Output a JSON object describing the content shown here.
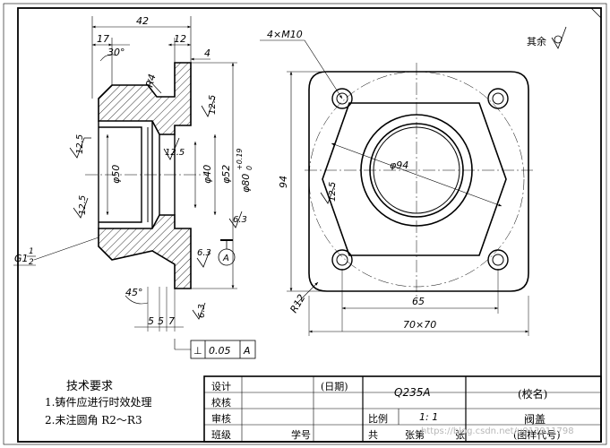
{
  "front_view": {
    "dims": {
      "overall_length": "42",
      "flange_offset": "17",
      "flange_thickness": "12",
      "boss_width": "4",
      "chamfer_angle": "30°",
      "fillet": "R4",
      "small_steps": [
        "5",
        "5",
        "7"
      ],
      "bevel_angle": "45°",
      "bore_dia": "φ50",
      "dia_40": "φ40",
      "dia_52": "φ52",
      "dia_80": "φ80",
      "dia_80_tol_upper": "+0.19",
      "dia_80_tol_lower": "0",
      "thread": "G1",
      "thread_frac_num": "1",
      "thread_frac_den": "2"
    },
    "roughness": {
      "left_top": "12.5",
      "left_bottom": "12.5",
      "bore": "12.5",
      "boss_right": "12.5",
      "face_a": "6.3",
      "face_b": "6.3",
      "bottom": "6.3"
    },
    "datum_label": "A",
    "tolerance_frame": {
      "symbol": "⊥",
      "value": "0.05",
      "datum": "A"
    }
  },
  "side_view": {
    "thread_note": "4×M10",
    "bolt_circle": "φ94",
    "height": "94",
    "bolt_spacing": "65",
    "outline": "70×70",
    "corner_radius": "R12",
    "roughness": "12.5",
    "rest_roughness_label": "其余"
  },
  "tech_requirements": {
    "title": "技术要求",
    "items": [
      "1.铸件应进行时效处理",
      "2.未注圆角 R2～R3"
    ]
  },
  "title_block": {
    "design": "设计",
    "check": "校核",
    "review": "审核",
    "class": "班级",
    "student_no": "学号",
    "date": "(日期)",
    "material": "Q235A",
    "school": "(校名)",
    "scale_label": "比例",
    "scale_value": "1: 1",
    "part_name": "阀盖",
    "sheets_total": "共",
    "sheet_label": "张第",
    "sheet_suffix": "张",
    "drawing_no": "(图样代号)"
  },
  "watermark": "https://blog.csdn.net/u013911798"
}
